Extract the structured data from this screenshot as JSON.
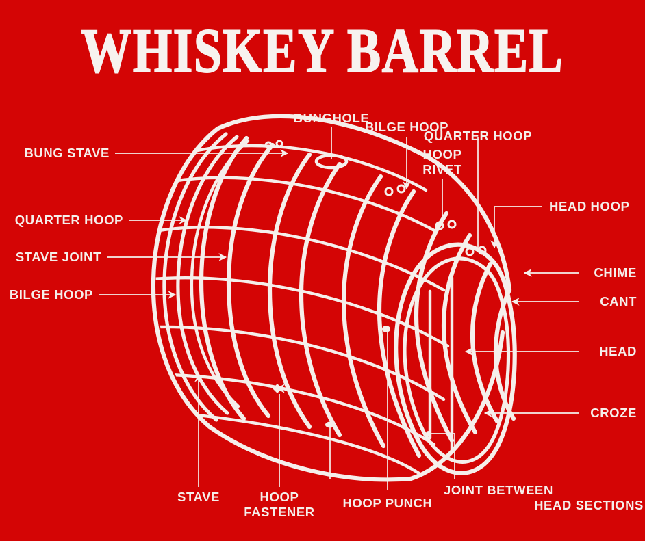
{
  "page": {
    "title": "WHISKEY BARREL",
    "background_color": "#d40505",
    "ink_color": "#f5efeb"
  },
  "diagram": {
    "subject": "whiskey-barrel-cutaway",
    "labels": [
      {
        "id": "bung-stave",
        "text": "BUNG STAVE",
        "side": "left",
        "align": "right"
      },
      {
        "id": "quarter-hoop-left",
        "text": "QUARTER HOOP",
        "side": "left",
        "align": "right"
      },
      {
        "id": "stave-joint",
        "text": "STAVE JOINT",
        "side": "left",
        "align": "right"
      },
      {
        "id": "bilge-hoop-left",
        "text": "BILGE HOOP",
        "side": "left",
        "align": "right"
      },
      {
        "id": "bunghole",
        "text": "BUNGHOLE",
        "side": "top",
        "align": "center"
      },
      {
        "id": "bilge-hoop-top",
        "text": "BILGE HOOP",
        "side": "top",
        "align": "center"
      },
      {
        "id": "quarter-hoop-top",
        "text": "QUARTER HOOP",
        "side": "top",
        "align": "center"
      },
      {
        "id": "hoop-rivet",
        "text": "HOOP\nRIVET",
        "side": "top",
        "align": "center"
      },
      {
        "id": "head-hoop",
        "text": "HEAD HOOP",
        "side": "right",
        "align": "left"
      },
      {
        "id": "chime",
        "text": "CHIME",
        "side": "right",
        "align": "right"
      },
      {
        "id": "cant",
        "text": "CANT",
        "side": "right",
        "align": "right"
      },
      {
        "id": "head",
        "text": "HEAD",
        "side": "right",
        "align": "right"
      },
      {
        "id": "croze",
        "text": "CROZE",
        "side": "right",
        "align": "right"
      },
      {
        "id": "stave",
        "text": "STAVE",
        "side": "bottom",
        "align": "center"
      },
      {
        "id": "hoop-fastener",
        "text": "HOOP\nFASTENER",
        "side": "bottom",
        "align": "center"
      },
      {
        "id": "hoop-punch",
        "text": "HOOP PUNCH",
        "side": "bottom",
        "align": "center"
      },
      {
        "id": "joint-head",
        "text": "JOINT BETWEEN",
        "side": "bottom",
        "align": "left"
      },
      {
        "id": "joint-head-2",
        "text": "HEAD SECTIONS",
        "side": "bottom",
        "align": "right"
      }
    ]
  }
}
